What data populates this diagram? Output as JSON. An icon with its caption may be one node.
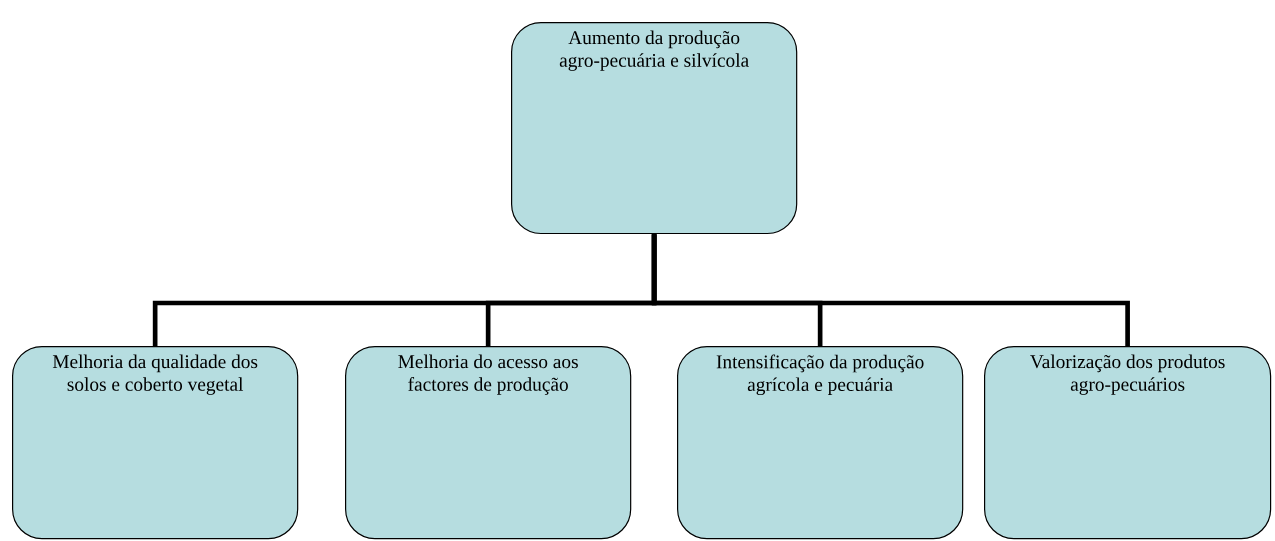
{
  "diagram": {
    "nodes": [
      {
        "text": [
          "Aumento da produção agro-pecuária e silvícola"
        ]
      },
      {
        "text": [
          "Melhoria da qualidade dos solos e coberto vegetal"
        ]
      },
      {
        "text": [
          "Melhoria do acesso aos factores de produção"
        ]
      },
      {
        "text": [
          "Intensificação da produção agrícola e pecuária"
        ]
      },
      {
        "text": [
          "Valorização dos produtos agro-pecuários"
        ]
      }
    ],
    "edges": [
      {
        "from": 0,
        "to": 1,
        "arrow": "none"
      },
      {
        "from": 0,
        "to": 2,
        "arrow": "none"
      },
      {
        "from": 0,
        "to": 3,
        "arrow": "none"
      },
      {
        "from": 0,
        "to": 4,
        "arrow": "none"
      }
    ]
  }
}
